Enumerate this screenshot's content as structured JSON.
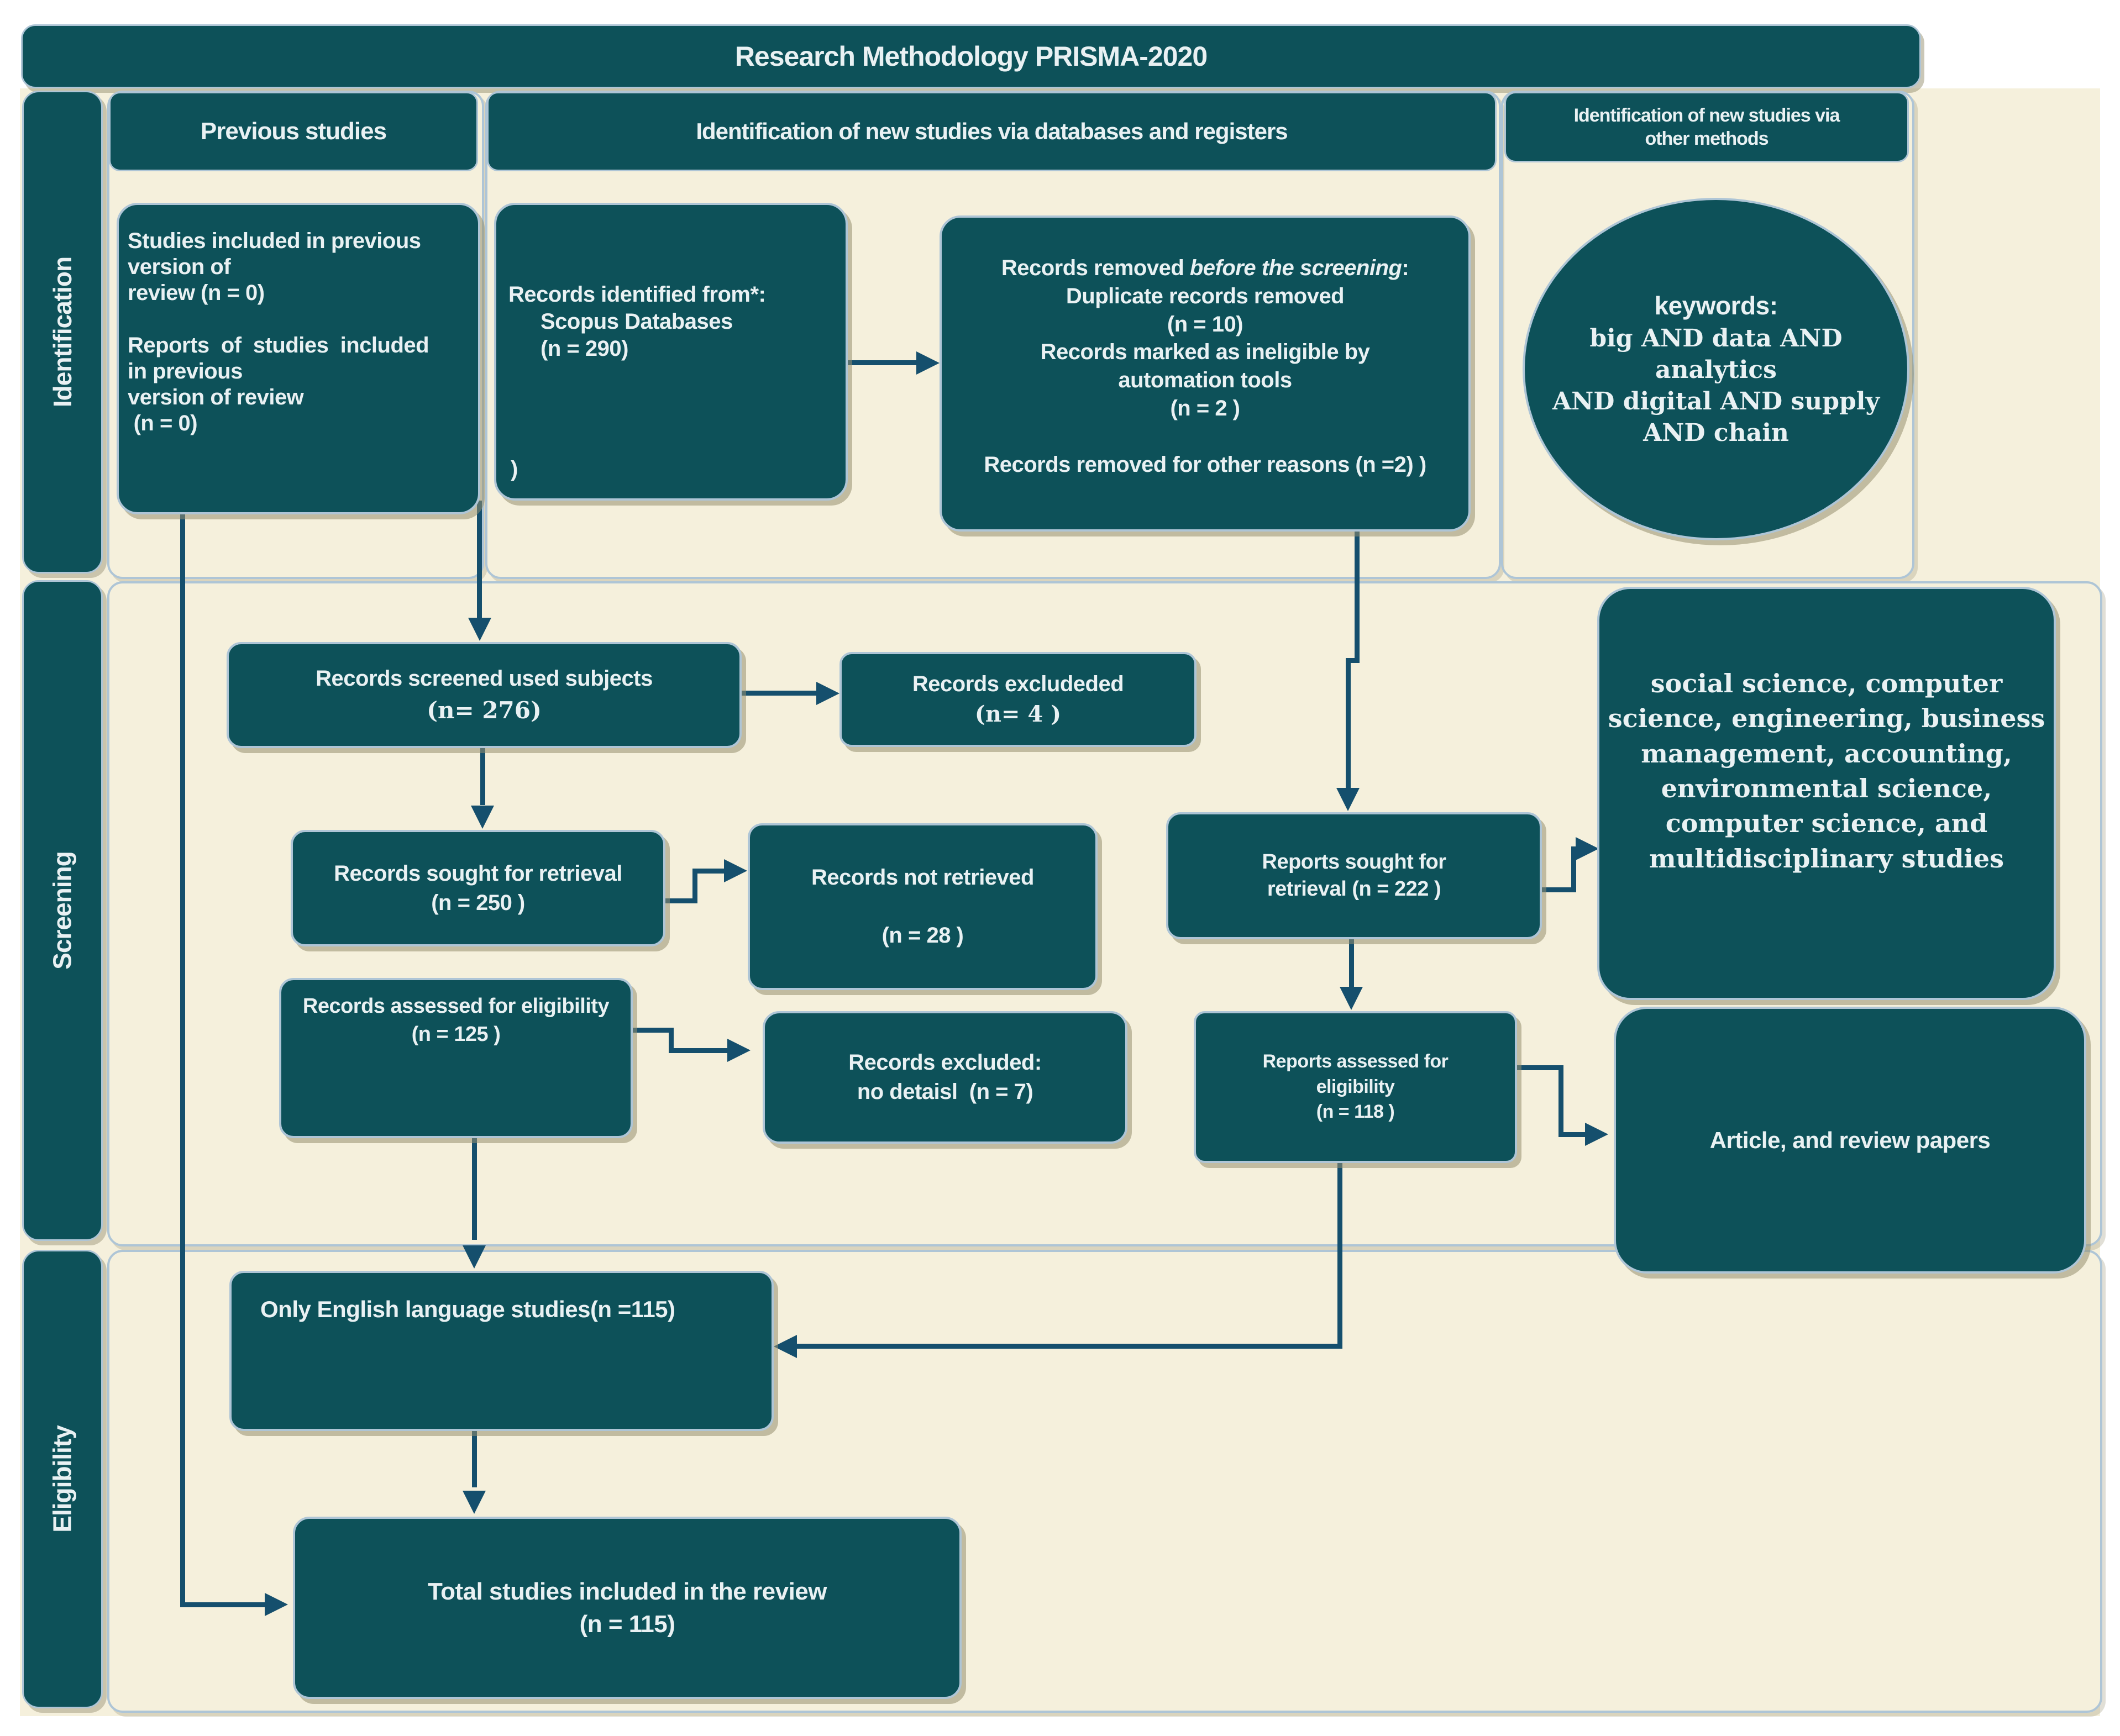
{
  "title": "Research Methodology PRISMA-2020",
  "sidebar": {
    "identification": "Identification",
    "screening": "Screening",
    "eligibility": "Eligibility"
  },
  "headers": {
    "previous": "Previous studies",
    "databases": "Identification of new studies via databases and registers",
    "other_line1": "Identification of new studies via",
    "other_line2": "other methods"
  },
  "boxes": {
    "previous_studies": {
      "lines": [
        "Studies included in previous",
        "version of",
        "review (n = 0)",
        "",
        "Reports  of  studies  included",
        "in previous",
        "version of review",
        " (n = 0)"
      ]
    },
    "records_identified": {
      "line1": "Records identified from*:",
      "line2": "Scopus Databases",
      "line3": "(n = 290)",
      "stray": ")"
    },
    "records_removed": {
      "line1_pre": "Records removed ",
      "line1_italic": "before the screening",
      "line1_post": ":",
      "lines": [
        "Duplicate records removed",
        "(n = 10)",
        "Records marked as ineligible by",
        "automation tools",
        "(n = 2 )",
        "",
        "Records removed for other reasons (n =2) )"
      ]
    },
    "keywords": {
      "heading": "keywords:",
      "lines": [
        "big AND data AND analytics",
        "AND digital AND supply",
        "AND chain"
      ]
    },
    "records_screened": {
      "line1": "Records screened used subjects",
      "line2": "(n= 276)"
    },
    "records_excluded": {
      "line1": "Records excludeded",
      "line2": "(n= 4 )"
    },
    "records_sought": {
      "line1": "Records sought for retrieval",
      "line2": "(n = 250 )"
    },
    "records_not_retrieved": {
      "line1": "Records not retrieved",
      "line2": "(n = 28 )"
    },
    "reports_sought": {
      "line1": "Reports sought for",
      "line2": "retrieval (n = 222 )"
    },
    "subject_areas": {
      "lines": [
        "social science, computer",
        "science, engineering, business",
        "management, accounting,",
        "environmental science,",
        "computer science, and",
        "multidisciplinary studies"
      ]
    },
    "records_assessed": {
      "line1": "Records assessed for eligibility",
      "line2": "(n = 125 )"
    },
    "records_excluded_details": {
      "line1": "Records excluded:",
      "line2": "no detaisl  (n = 7)"
    },
    "reports_assessed": {
      "line1": "Reports assessed for",
      "line2": "eligibility",
      "line3": "(n = 118 )"
    },
    "article_review": {
      "line1": "Article, and review papers"
    },
    "english_only": {
      "line1": "Only English language studies(n =115)"
    },
    "total_included": {
      "line1": "Total studies included in the review",
      "line2": "(n = 115)"
    }
  },
  "colors": {
    "box_fill": "#0d5159",
    "border": "#aec5d6",
    "arrow": "#154f6d",
    "background": "#f5f0dc",
    "text": "#e9f1f3"
  }
}
